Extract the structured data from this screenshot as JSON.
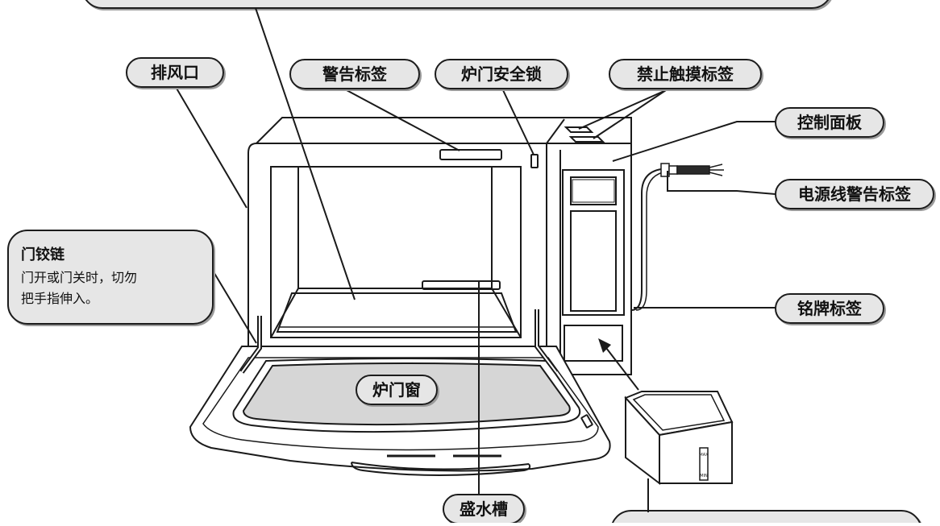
{
  "labels": {
    "exhaust_vent": "排风口",
    "warning_label": "警告标签",
    "door_safety_lock": "炉门安全锁",
    "no_touch_label": "禁止触摸标签",
    "control_panel": "控制面板",
    "power_cord_warning_label": "电源线警告标签",
    "nameplate_label": "铭牌标签",
    "door_window": "炉门窗",
    "water_tray": "盛水槽"
  },
  "door_hinge_note": {
    "title": "门铰链",
    "line1": "门开或门关时，切勿",
    "line2": "把手指伸入。"
  },
  "water_tank_marks": [
    "MAX",
    "MIN"
  ],
  "colors": {
    "line": "#1a1a1a",
    "callout_fill": "#e6e6e6",
    "window_fill": "#d6d6d6",
    "background": "#ffffff"
  }
}
